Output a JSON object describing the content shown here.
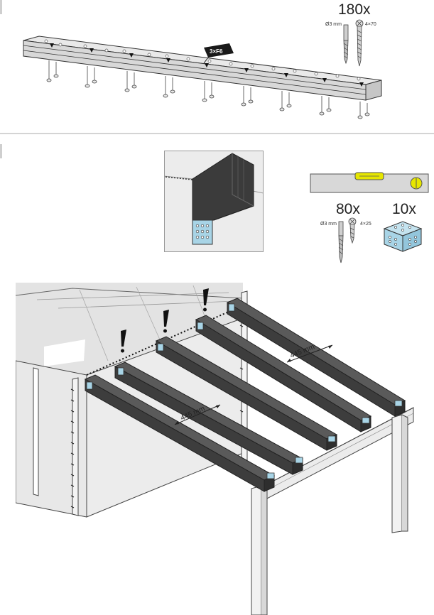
{
  "step1": {
    "screw_count": "180x",
    "drill_label": "Ø3 mm",
    "screw_label": "4×70",
    "badge": "3×F6"
  },
  "step2": {
    "screw_count": "80x",
    "bracket_count": "10x",
    "drill_label": "Ø3 mm",
    "screw_label": "4×25",
    "dimension_1": "445 mm",
    "dimension_2": "445 mm"
  },
  "colors": {
    "beam_dark": "#3d3d3d",
    "beam_mid": "#5a5a5a",
    "bracket_blue": "#a8d4e6",
    "level_yellow": "#e6e600",
    "wall_grey": "#e8e8e8"
  }
}
